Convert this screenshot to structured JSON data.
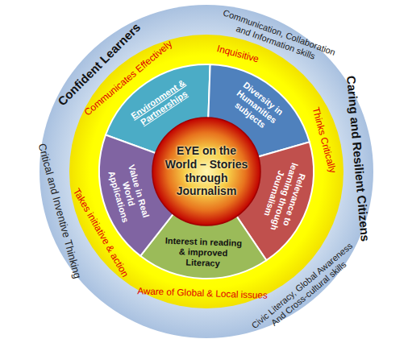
{
  "diagram": {
    "nodes": [
      {
        "text": [
          "Confident Learners",
          "Communication, Collaboration and Information skills",
          "Caring and Resilient Citizens",
          "Civic Literacy, Global Awareness And Cross-cultural skills",
          "Critical and Inventive Thinking"
        ]
      },
      {
        "text": [
          "Inquisitive",
          "Communicates Effectively",
          "Thinks Critically",
          "Aware of Global & Local issues",
          "Takes initiative & action"
        ],
        "in": 0
      },
      {
        "text": [
          "Environment & Partnerships"
        ],
        "in": 1
      },
      {
        "text": [
          "Diversity in Humanities subjects"
        ],
        "in": 1
      },
      {
        "text": [
          "Relevance to learning through Journalism"
        ],
        "in": 1
      },
      {
        "text": [
          "Interest in reading & improved Literacy"
        ],
        "in": 1
      },
      {
        "text": [
          "Value in Real World Applications"
        ],
        "in": 1
      },
      {
        "text": [
          "EYE on the World – Stories through Journalism"
        ],
        "in": 1
      }
    ]
  }
}
